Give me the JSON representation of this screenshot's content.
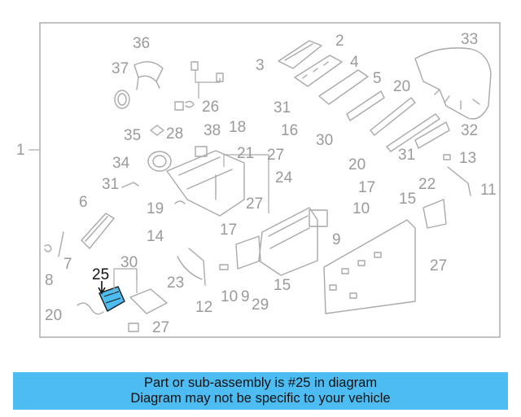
{
  "diagram": {
    "highlight_color": "#4cbcf2",
    "highlighted_part": "25",
    "callouts": {
      "c1": "1",
      "c2": "2",
      "c3": "3",
      "c4": "4",
      "c5": "5",
      "c6": "6",
      "c7": "7",
      "c8": "8",
      "c9a": "9",
      "c9b": "9",
      "c10a": "10",
      "c10b": "10",
      "c11": "11",
      "c12": "12",
      "c13": "13",
      "c14": "14",
      "c15a": "15",
      "c15b": "15",
      "c16": "16",
      "c17a": "17",
      "c17b": "17",
      "c18": "18",
      "c19": "19",
      "c20a": "20",
      "c20b": "20",
      "c20c": "20",
      "c21": "21",
      "c22": "22",
      "c23": "23",
      "c24": "24",
      "c25": "25",
      "c26": "26",
      "c27a": "27",
      "c27b": "27",
      "c27c": "27",
      "c27d": "27",
      "c28": "28",
      "c29": "29",
      "c30a": "30",
      "c30b": "30",
      "c31a": "31",
      "c31b": "31",
      "c31c": "31",
      "c32": "32",
      "c33": "33",
      "c34": "34",
      "c35": "35",
      "c36": "36",
      "c37": "37",
      "c38": "38"
    }
  },
  "caption": {
    "line1": "Part or sub-assembly is #25 in diagram",
    "line2": "Diagram may not be specific to your vehicle",
    "background": "#4cbcf2"
  }
}
